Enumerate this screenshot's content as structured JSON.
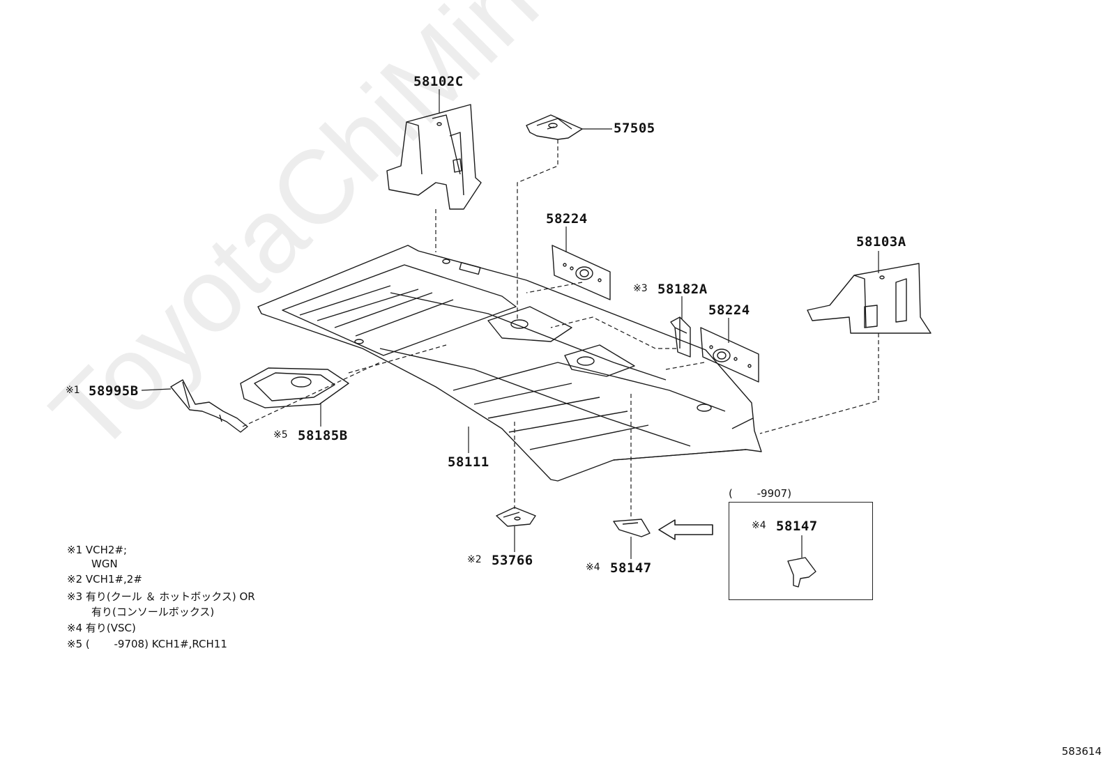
{
  "watermark": "ToyotaChiMine.ru",
  "diagram_code": "583614",
  "parts": {
    "p58102C": "58102C",
    "p57505": "57505",
    "p58224a": "58224",
    "p58103A": "58103A",
    "p58182A": "58182A",
    "p58224b": "58224",
    "p58995B": "58995B",
    "p58185B": "58185B",
    "p58111": "58111",
    "p53766": "53766",
    "p58147": "58147",
    "p58147_inset": "58147"
  },
  "marks": {
    "m1": "※1",
    "m2": "※2",
    "m3": "※3",
    "m4": "※4",
    "m5": "※5"
  },
  "inset": {
    "title": "(　　 -9907)"
  },
  "notes": {
    "n1": "※1 VCH2#;",
    "n1b": "WGN",
    "n2": "※2 VCH1#,2#",
    "n3": "※3 有り(クール ＆ ホットボックス) OR",
    "n3b": "有り(コンソールボックス)",
    "n4": "※4 有り(VSC)",
    "n5": "※5 (　　 -9708) KCH1#,RCH11"
  }
}
